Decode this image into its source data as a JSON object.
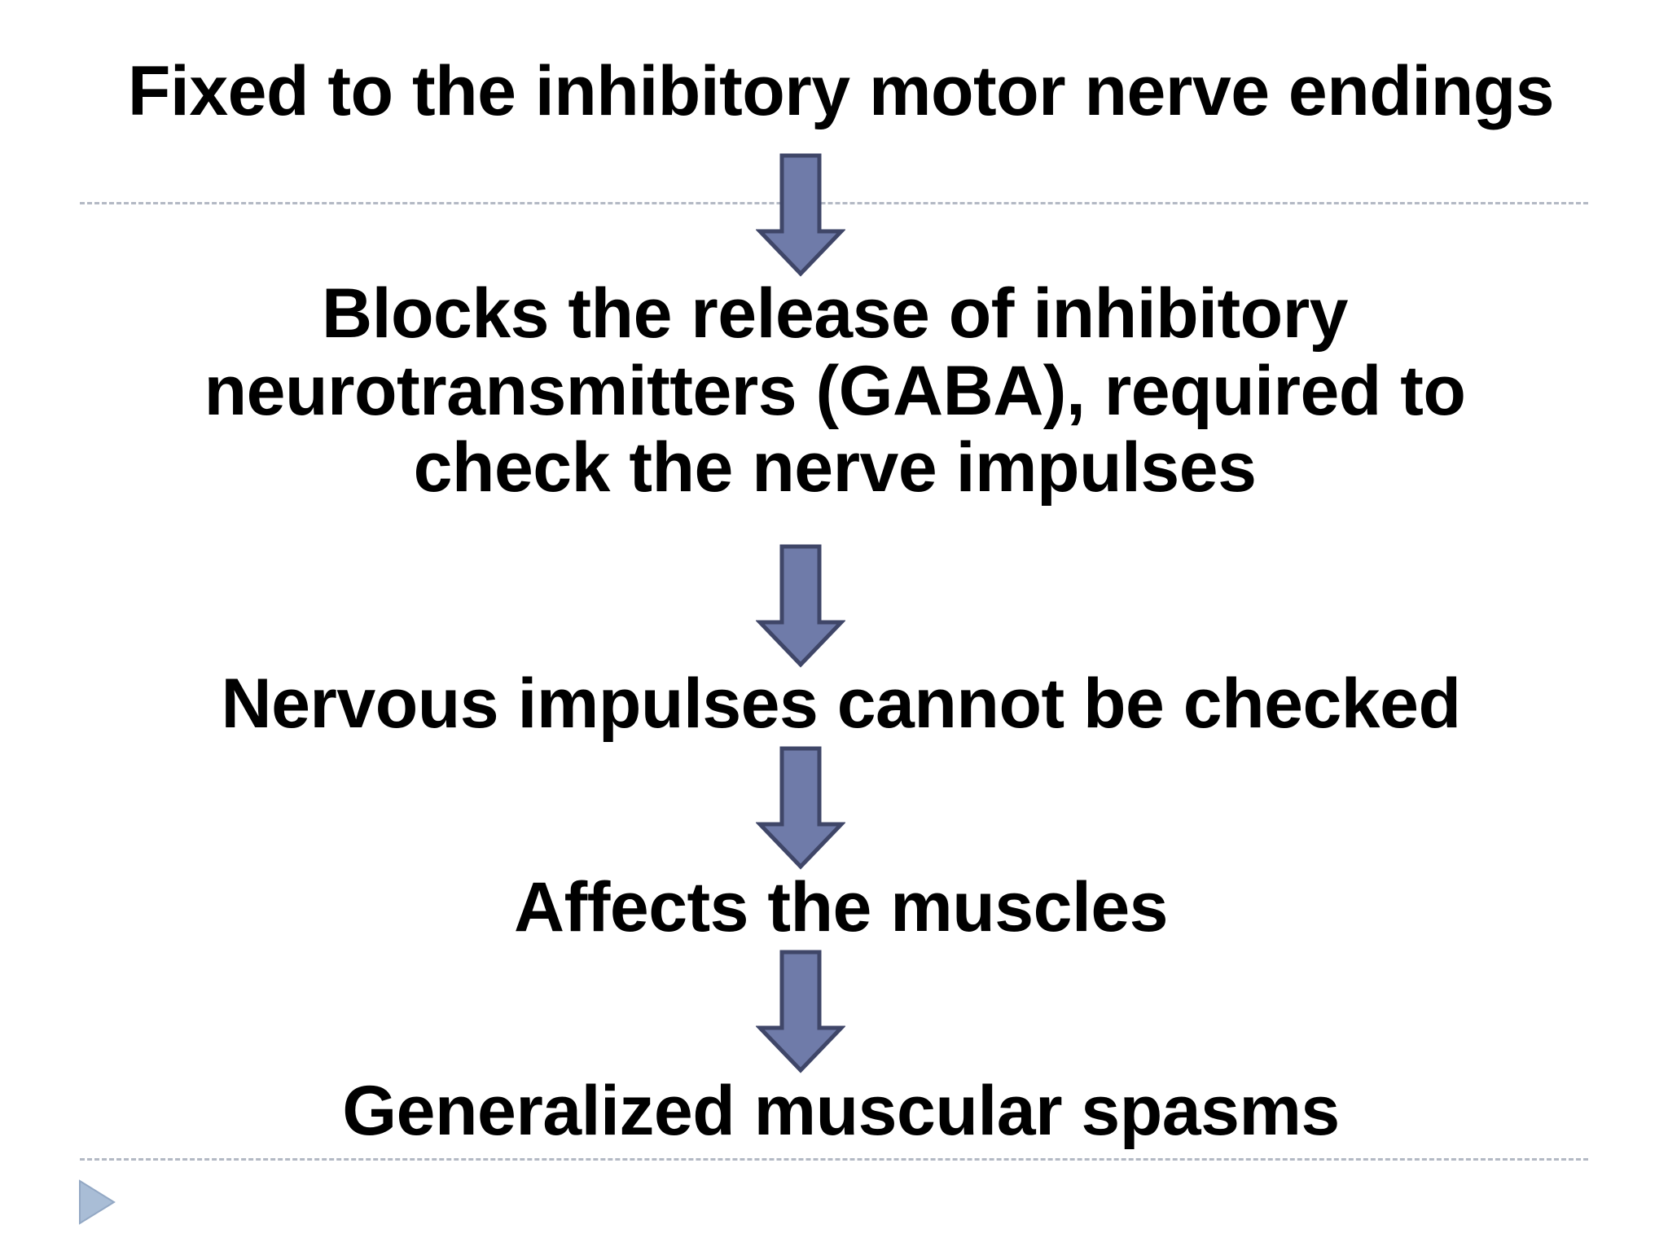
{
  "slide": {
    "background_color": "#ffffff",
    "text_color": "#000000",
    "title": "Fixed to the inhibitory motor nerve endings"
  },
  "theme": {
    "arrow_fill": "#6f7ba9",
    "arrow_stroke": "#3f4668",
    "arrow_highlight": "#8f99c0",
    "divider_color": "#b3b9c4",
    "bullet_fill": "#a9bdd6",
    "bullet_stroke": "#8fa6c2"
  },
  "dividers": {
    "top_label": "top-divider-rule",
    "bottom_label": "bottom-divider-rule"
  },
  "flow": {
    "steps": [
      {
        "id": "step-1",
        "text": "Fixed to the inhibitory motor nerve endings"
      },
      {
        "id": "step-2",
        "text": "Blocks the release of inhibitory neurotransmitters (GABA), required to check the nerve impulses"
      },
      {
        "id": "step-3",
        "text": "Nervous impulses cannot be checked"
      },
      {
        "id": "step-4",
        "text": "Affects the muscles"
      },
      {
        "id": "step-5",
        "text": "Generalized muscular spasms"
      }
    ],
    "connectors": [
      {
        "id": "arrow-1",
        "icon": "down-arrow-icon",
        "from": "step-1",
        "to": "step-2"
      },
      {
        "id": "arrow-2",
        "icon": "down-arrow-icon",
        "from": "step-2",
        "to": "step-3"
      },
      {
        "id": "arrow-3",
        "icon": "down-arrow-icon",
        "from": "step-3",
        "to": "step-4"
      },
      {
        "id": "arrow-4",
        "icon": "down-arrow-icon",
        "from": "step-4",
        "to": "step-5"
      }
    ]
  },
  "footer": {
    "bullet_icon": "triangle-right-bullet-icon"
  }
}
